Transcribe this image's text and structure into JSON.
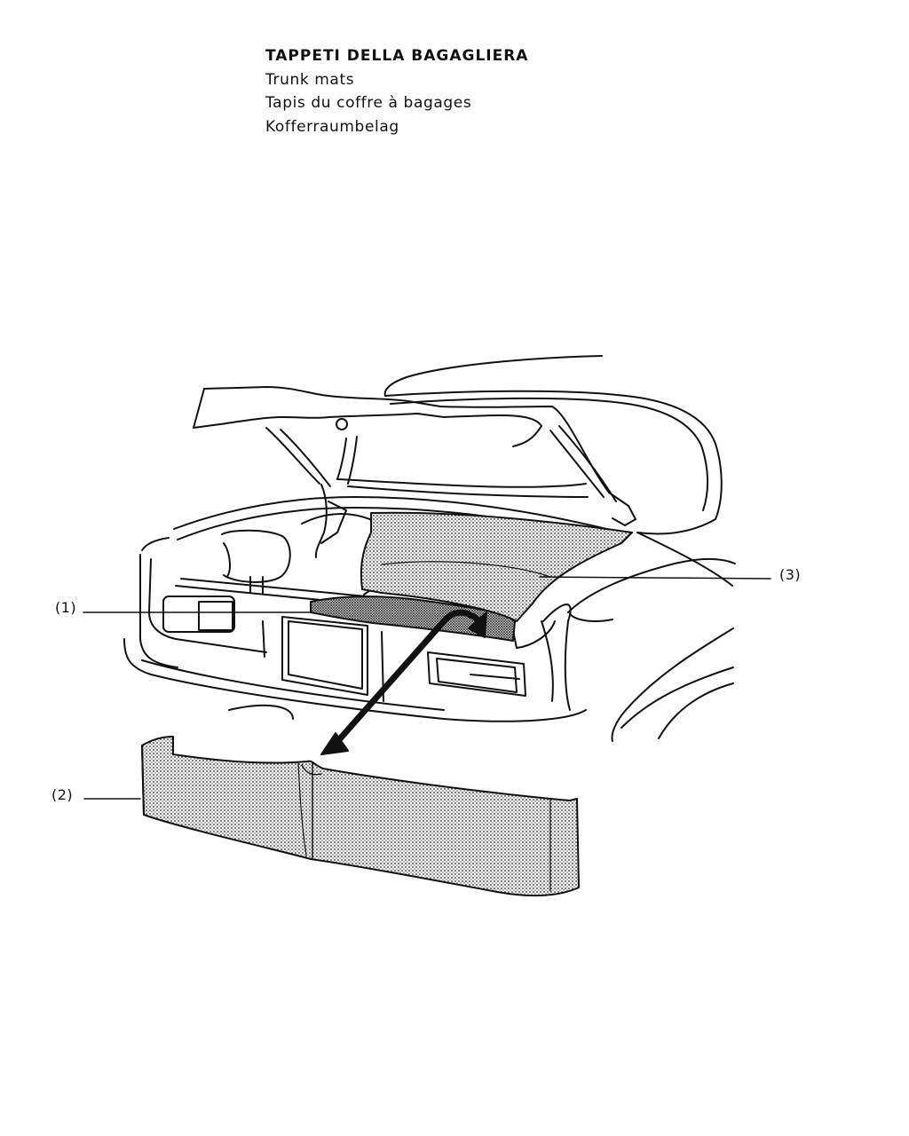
{
  "header": {
    "title_it": "TAPPETI DELLA BAGAGLIERA",
    "title_en": "Trunk mats",
    "title_fr": "Tapis du coffre à bagages",
    "title_de": "Kofferraumbelag"
  },
  "callouts": {
    "part_1": "(1)",
    "part_2": "(2)",
    "part_3": "(3)"
  },
  "colors": {
    "ink": "#111111",
    "paper": "#ffffff"
  }
}
